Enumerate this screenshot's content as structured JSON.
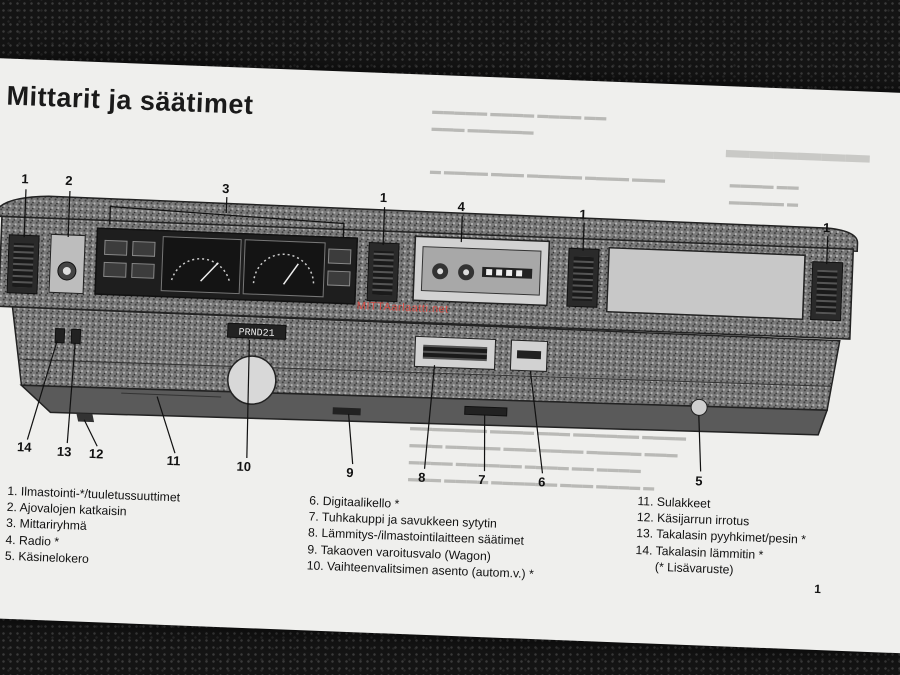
{
  "heading": "Mittarit ja säätimet",
  "watermark": "MITTAarlaatti.net",
  "indicator_text": "PRND21",
  "callouts": [
    "1",
    "2",
    "3",
    "1",
    "4",
    "1",
    "1",
    "14",
    "13",
    "12",
    "11",
    "10",
    "9",
    "8",
    "7",
    "6",
    "5"
  ],
  "legend_left": [
    "1. Ilmastointi-*/tuuletussuuttimet",
    "2. Ajovalojen katkaisin",
    "3. Mittariryhmä",
    "4. Radio *",
    "5. Käsinelokero"
  ],
  "legend_middle": [
    "6. Digitaalikello *",
    "7. Tuhkakuppi ja savukkeen sytytin",
    "8. Lämmitys-/ilmastointilaitteen säätimet",
    "9. Takaoven varoitusvalo (Wagon)",
    "10. Vaihteenvalitsimen asento (autom.v.) *"
  ],
  "legend_right": [
    "11. Sulakkeet",
    "12. Käsijarrun irrotus",
    "13. Takalasin pyyhkimet/pesin *",
    "14. Takalasin lämmitin *",
    "(* Lisävaruste)"
  ],
  "page_number": "1"
}
